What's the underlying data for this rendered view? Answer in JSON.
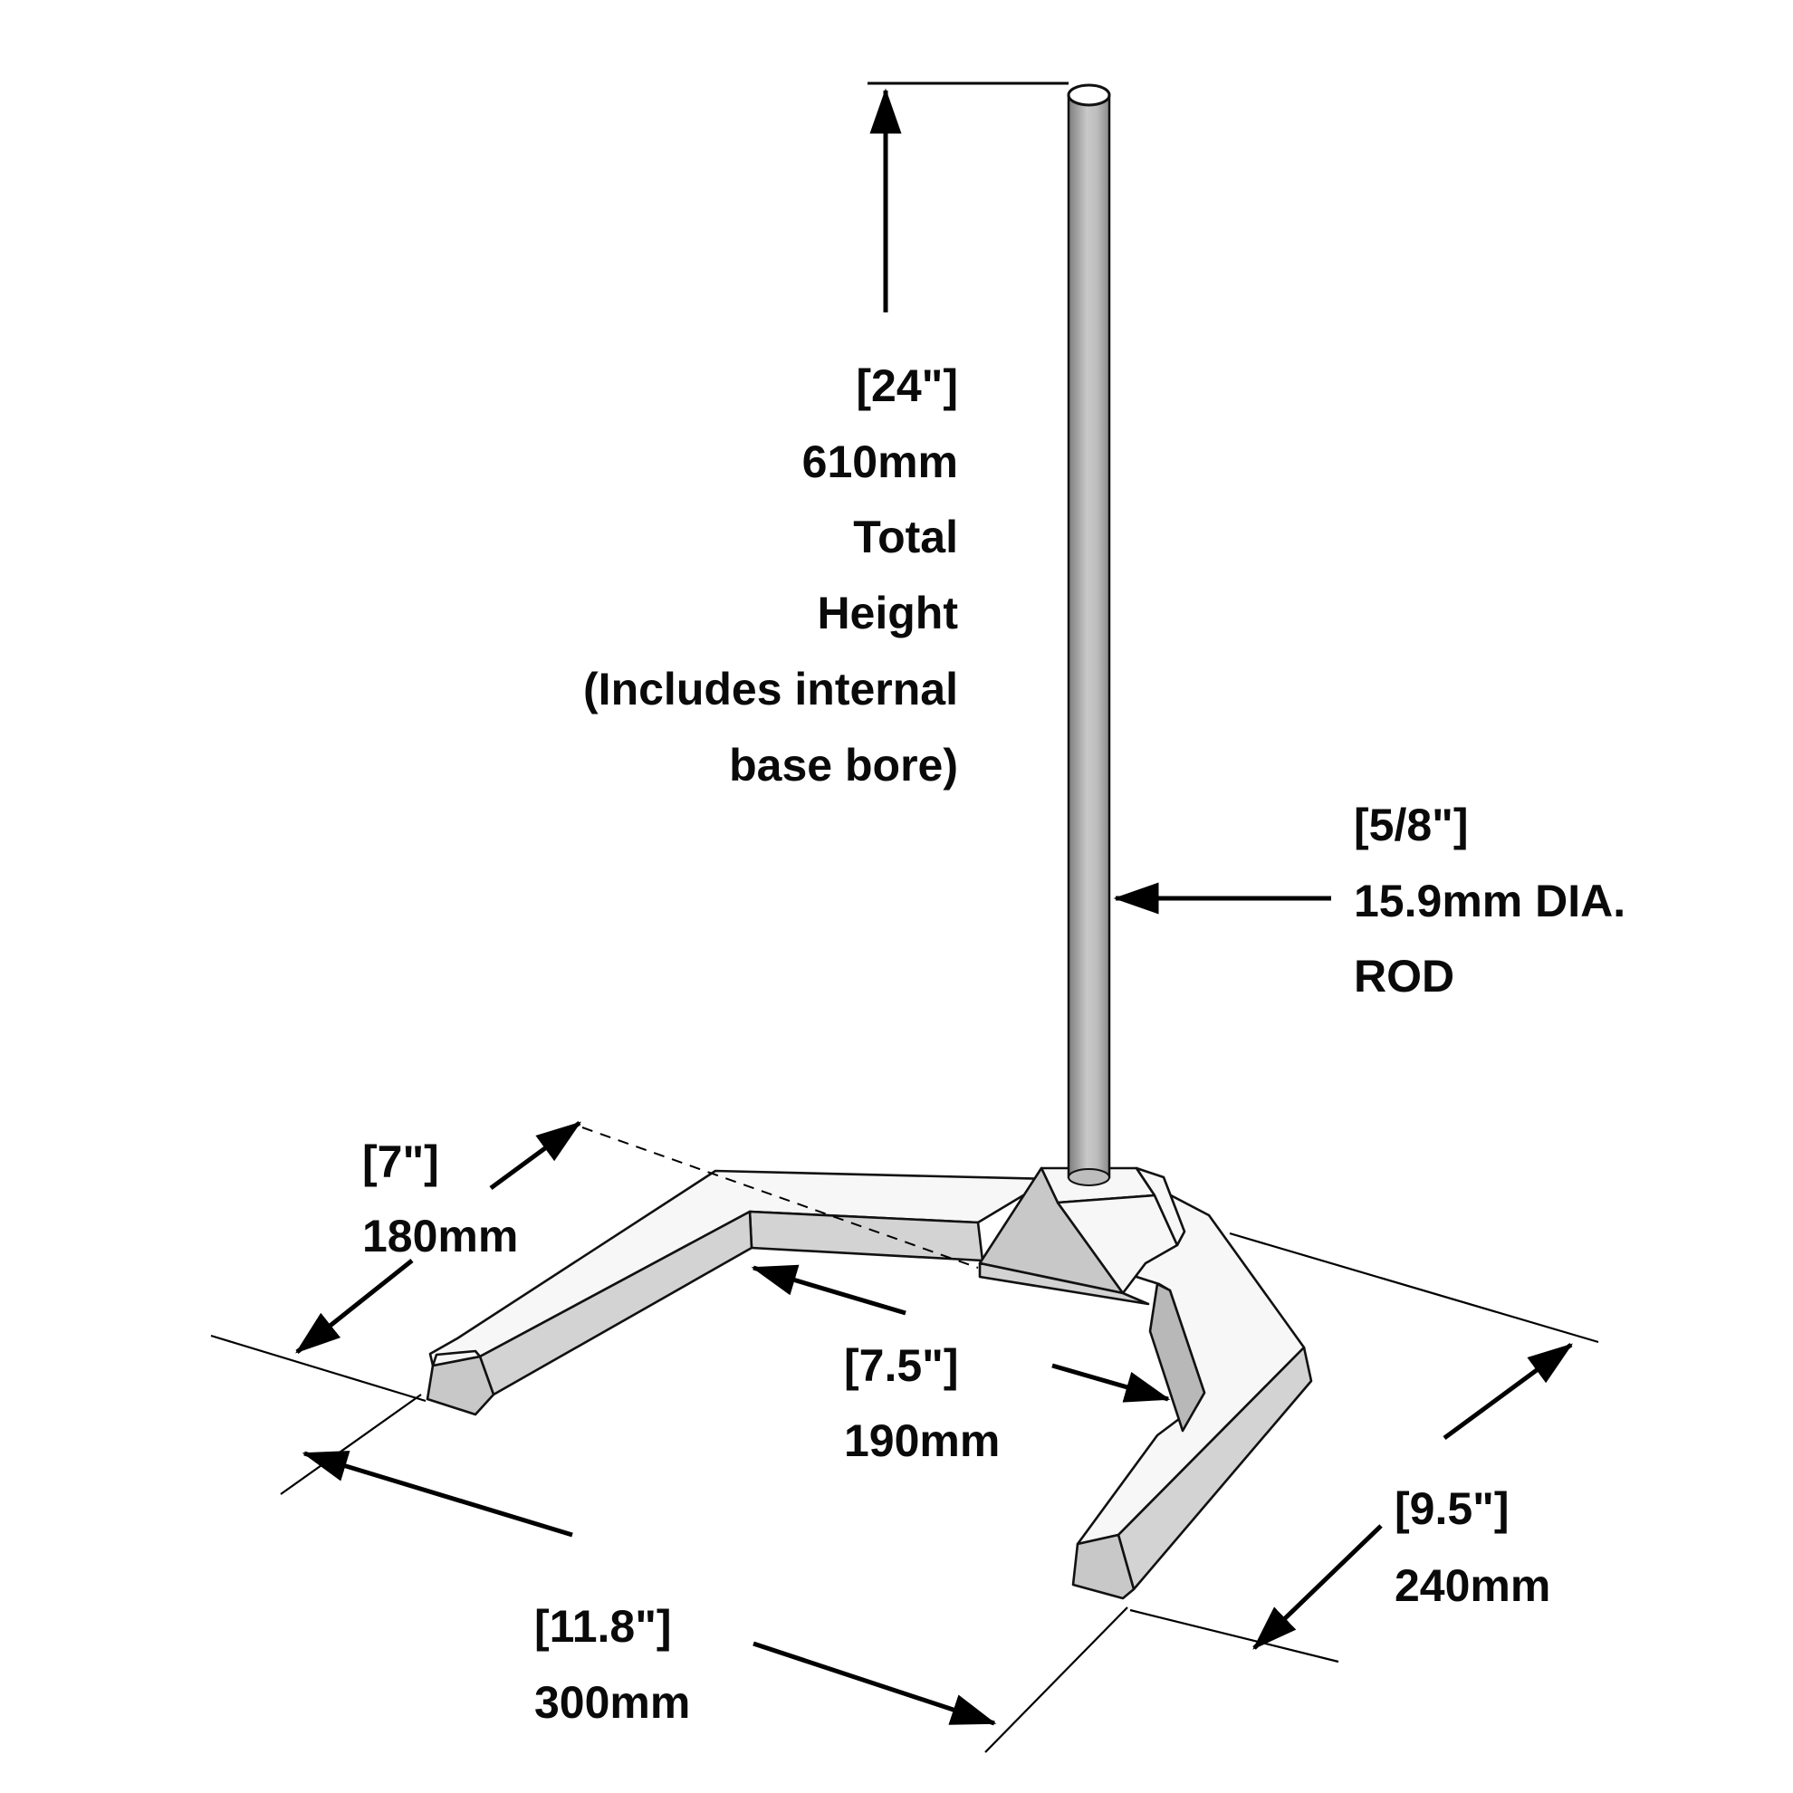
{
  "drawing": {
    "subject": "Support stand with vertical rod and V-shaped base",
    "rod": {
      "fill_light": "#c4c4c4",
      "fill_dark": "#8e8e8e",
      "top_fill": "#ffffff"
    },
    "base": {
      "top_color": "#f7f7f7",
      "side_color": "#d3d3d3"
    }
  },
  "dimensions": {
    "height": {
      "lines": [
        "[24\"]",
        "610mm",
        "Total",
        "Height",
        "(Includes internal",
        "base bore)"
      ],
      "imperial": "[24\"]",
      "metric": "610mm",
      "note": "Total Height (Includes internal base bore)"
    },
    "rod_diameter": {
      "lines": [
        "[5/8\"]",
        "15.9mm DIA.",
        "ROD"
      ],
      "imperial": "[5/8\"]",
      "metric": "15.9mm DIA.",
      "note": "ROD"
    },
    "leg_spread_inner": {
      "lines": [
        "[7\"]",
        "180mm"
      ],
      "imperial": "[7\"]",
      "metric": "180mm"
    },
    "arm_length": {
      "lines": [
        "[7.5\"]",
        "190mm"
      ],
      "imperial": "[7.5\"]",
      "metric": "190mm"
    },
    "overall_width": {
      "lines": [
        "[11.8\"]",
        "300mm"
      ],
      "imperial": "[11.8\"]",
      "metric": "300mm"
    },
    "overall_depth": {
      "lines": [
        "[9.5\"]",
        "240mm"
      ],
      "imperial": "[9.5\"]",
      "metric": "240mm"
    }
  }
}
